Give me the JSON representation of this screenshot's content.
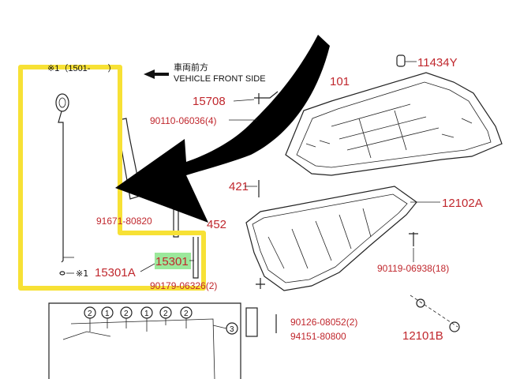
{
  "header": {
    "variant_note": "※1（1501-　　）",
    "direction_ja": "車両前方",
    "direction_en": "VEHICLE FRONT SIDE"
  },
  "parts": {
    "p11434y": "11434Y",
    "p15708": "15708",
    "p101": "101",
    "p90110": "90110-06036(4)",
    "p421": "421",
    "p12102a": "12102A",
    "p91671": "91671-80820",
    "p452": "452",
    "p15301": "15301",
    "p15301a": "15301A",
    "p15301a_mark": "※1",
    "p90179": "90179-06326(2)",
    "p90119": "90119-06938(18)",
    "p90126": "90126-08052(2)",
    "p94151": "94151-80800",
    "p12101b": "12101B"
  },
  "legend_numbers": [
    "2",
    "1",
    "2",
    "1",
    "2",
    "2",
    "3"
  ],
  "highlight": {
    "frame_color": "#f7e135",
    "part_highlight_color": "#9be89b",
    "arrow_color": "#000000",
    "label_color": "#c0272d"
  }
}
